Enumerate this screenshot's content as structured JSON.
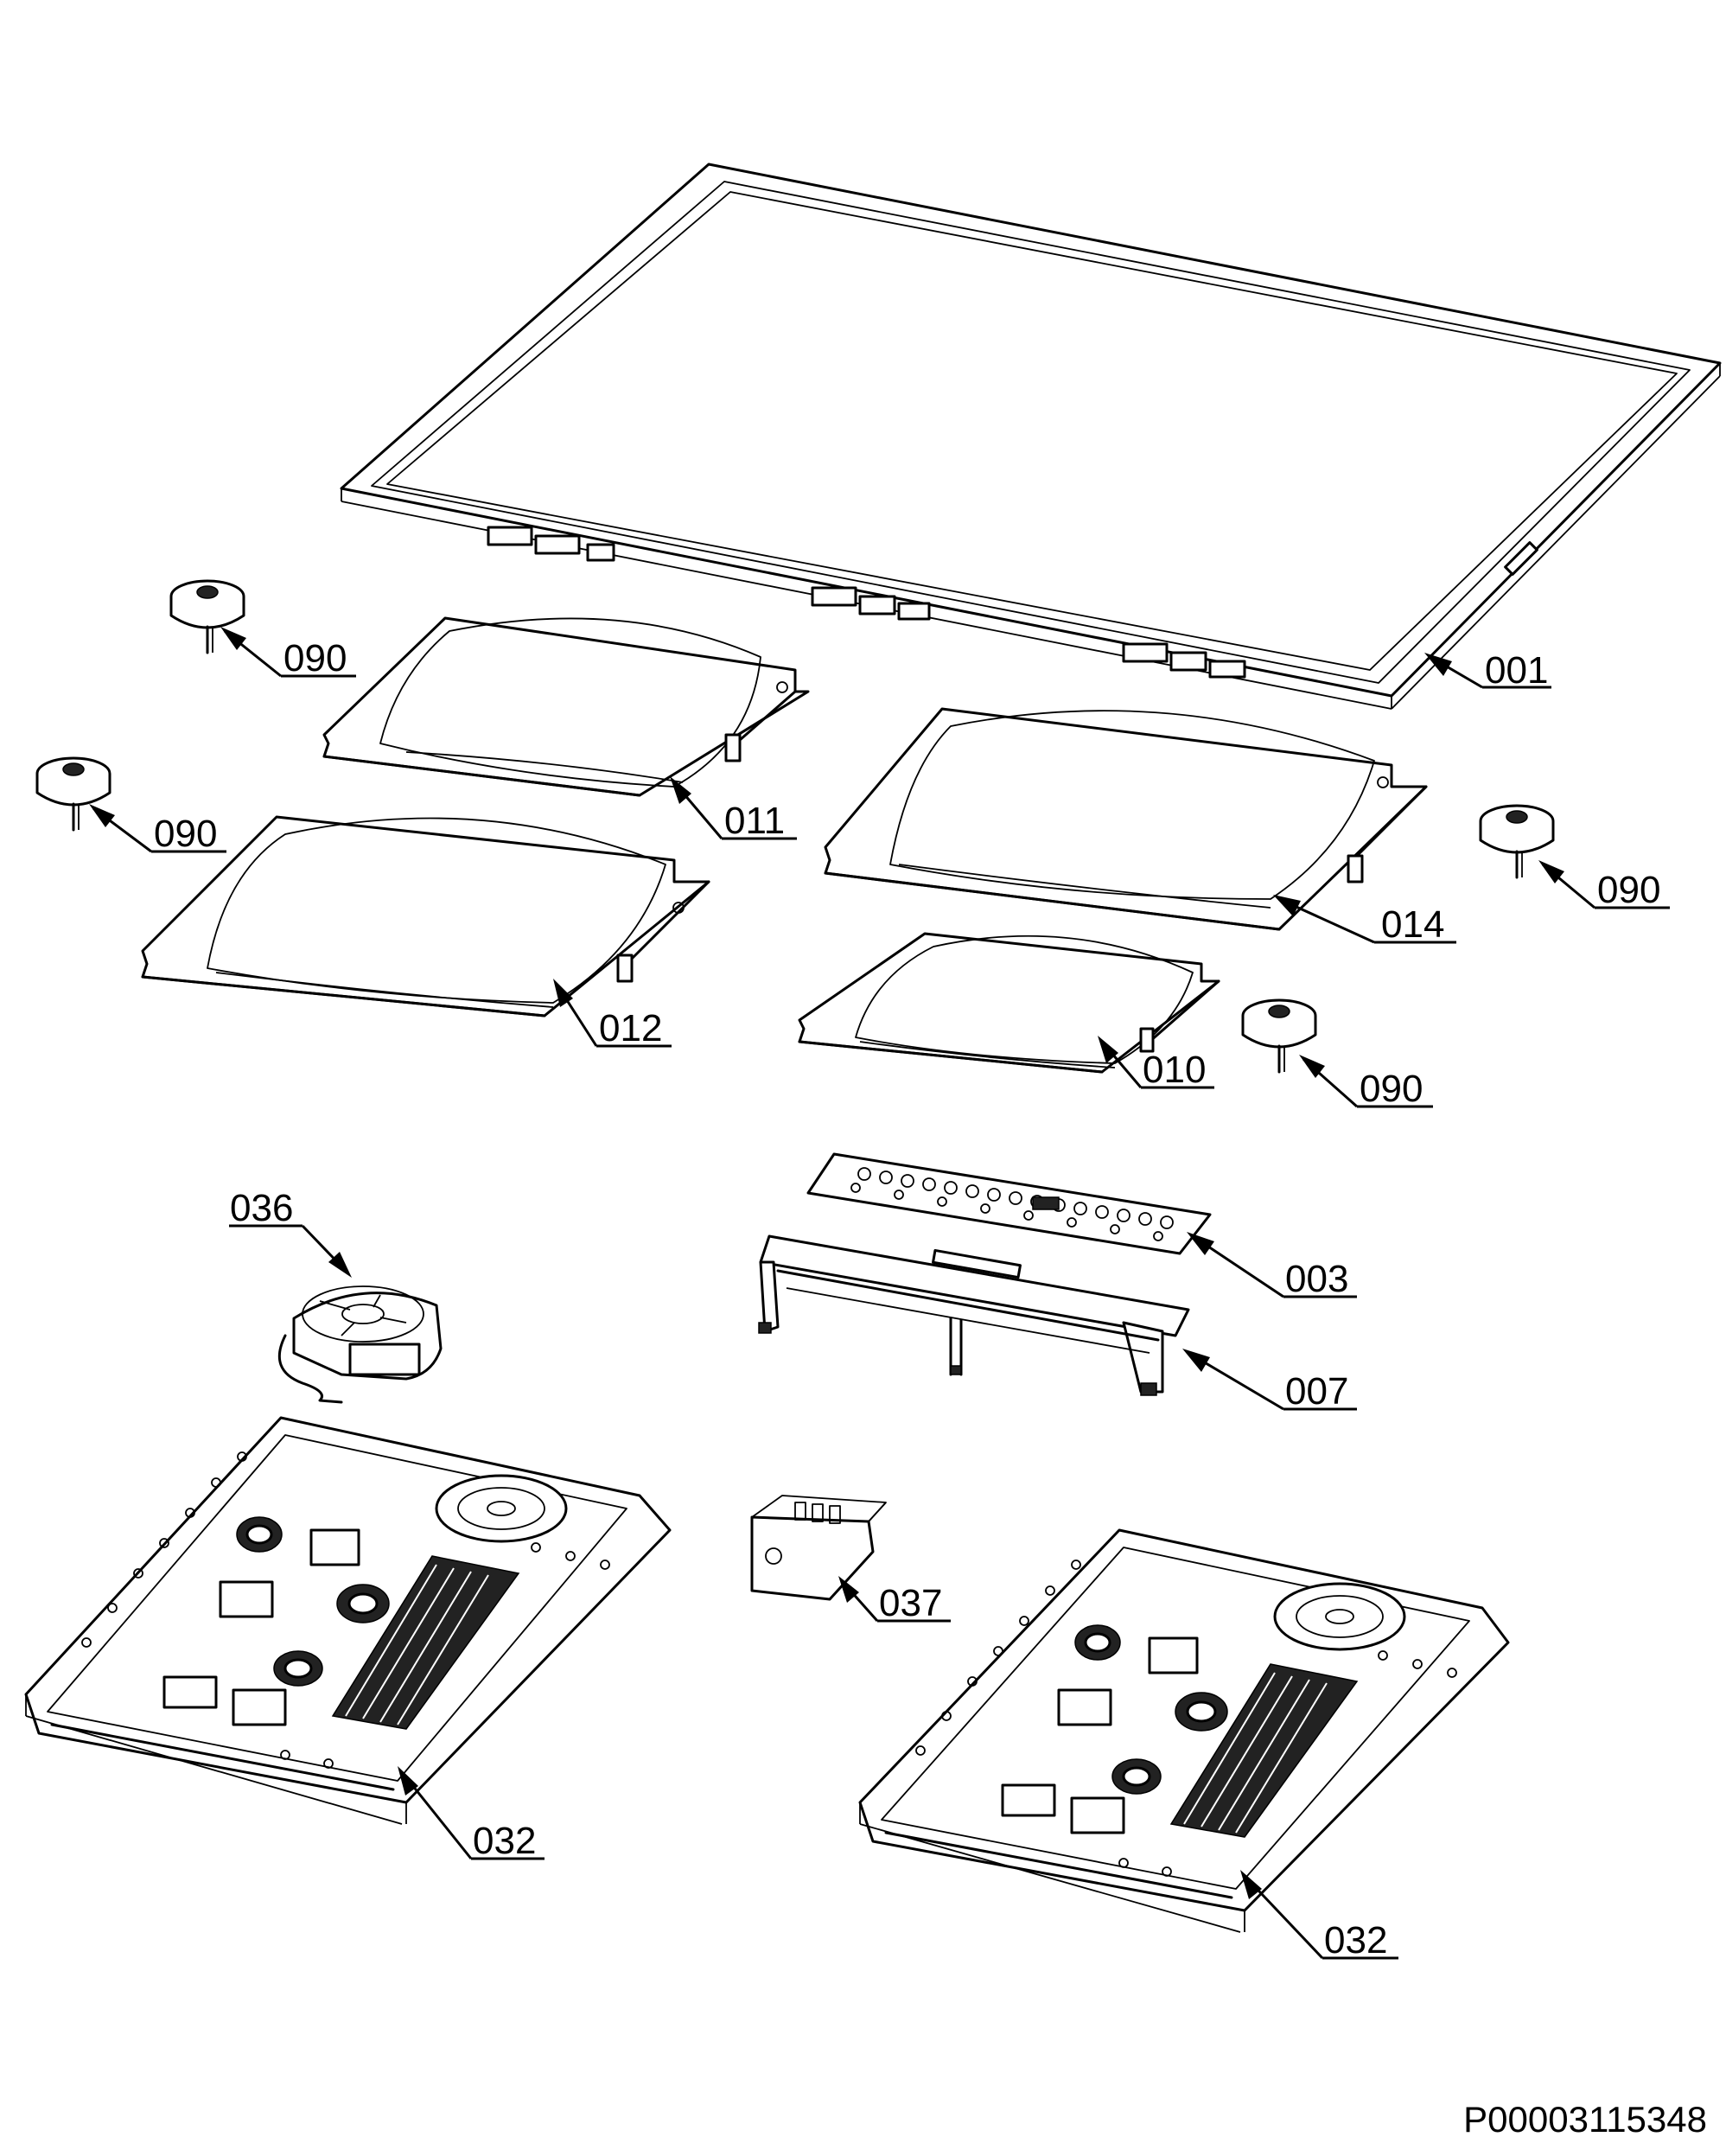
{
  "callouts": {
    "c001": "001",
    "c090a": "090",
    "c090b": "090",
    "c090c": "090",
    "c090d": "090",
    "c011": "011",
    "c014": "014",
    "c012": "012",
    "c010": "010",
    "c036": "036",
    "c003": "003",
    "c007": "007",
    "c037": "037",
    "c032a": "032",
    "c032b": "032"
  },
  "document_id": "P00003115348"
}
